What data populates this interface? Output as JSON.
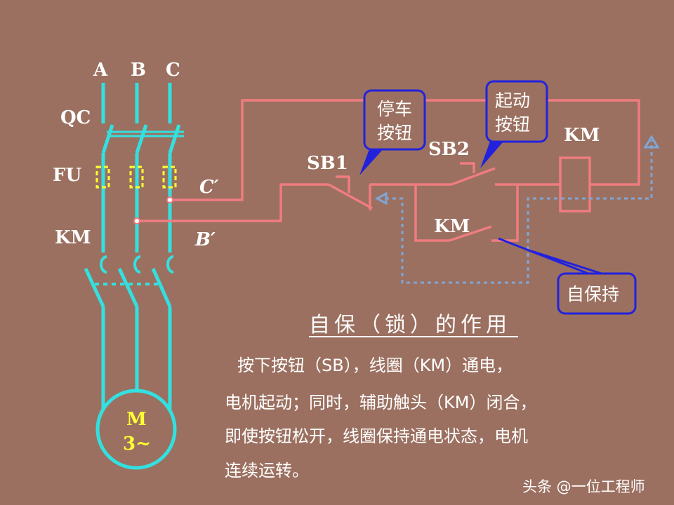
{
  "colors": {
    "background": "#9b7060",
    "main_circuit": "#33e0e0",
    "control_circuit": "#f07c80",
    "fuse": "#ffff33",
    "callout_border": "#2222dd",
    "callout_fill": "#9b7060",
    "dotted_path": "#7fa6d8"
  },
  "labels": {
    "phase_a": "A",
    "phase_b": "B",
    "phase_c": "C",
    "qc": "QC",
    "fu": "FU",
    "km_main": "KM",
    "c_prime": "C′",
    "b_prime": "B′",
    "sb1": "SB1",
    "sb2": "SB2",
    "km_coil": "KM",
    "km_aux": "KM"
  },
  "motor": {
    "line1": "M",
    "line2": "3~"
  },
  "callouts": {
    "stop_line1": "停车",
    "stop_line2": "按钮",
    "start_line1": "起动",
    "start_line2": "按钮",
    "self_hold": "自保持"
  },
  "description": {
    "title": "自保（锁）的作用",
    "line1": "按下按钮（SB），线圈（KM）通电，",
    "line2": "电机起动；同时，辅助触头（KM）闭合，",
    "line3": "即使按钮松开，线圈保持通电状态，电机",
    "line4": "连续运转。"
  },
  "watermark": "头条 @一位工程师"
}
